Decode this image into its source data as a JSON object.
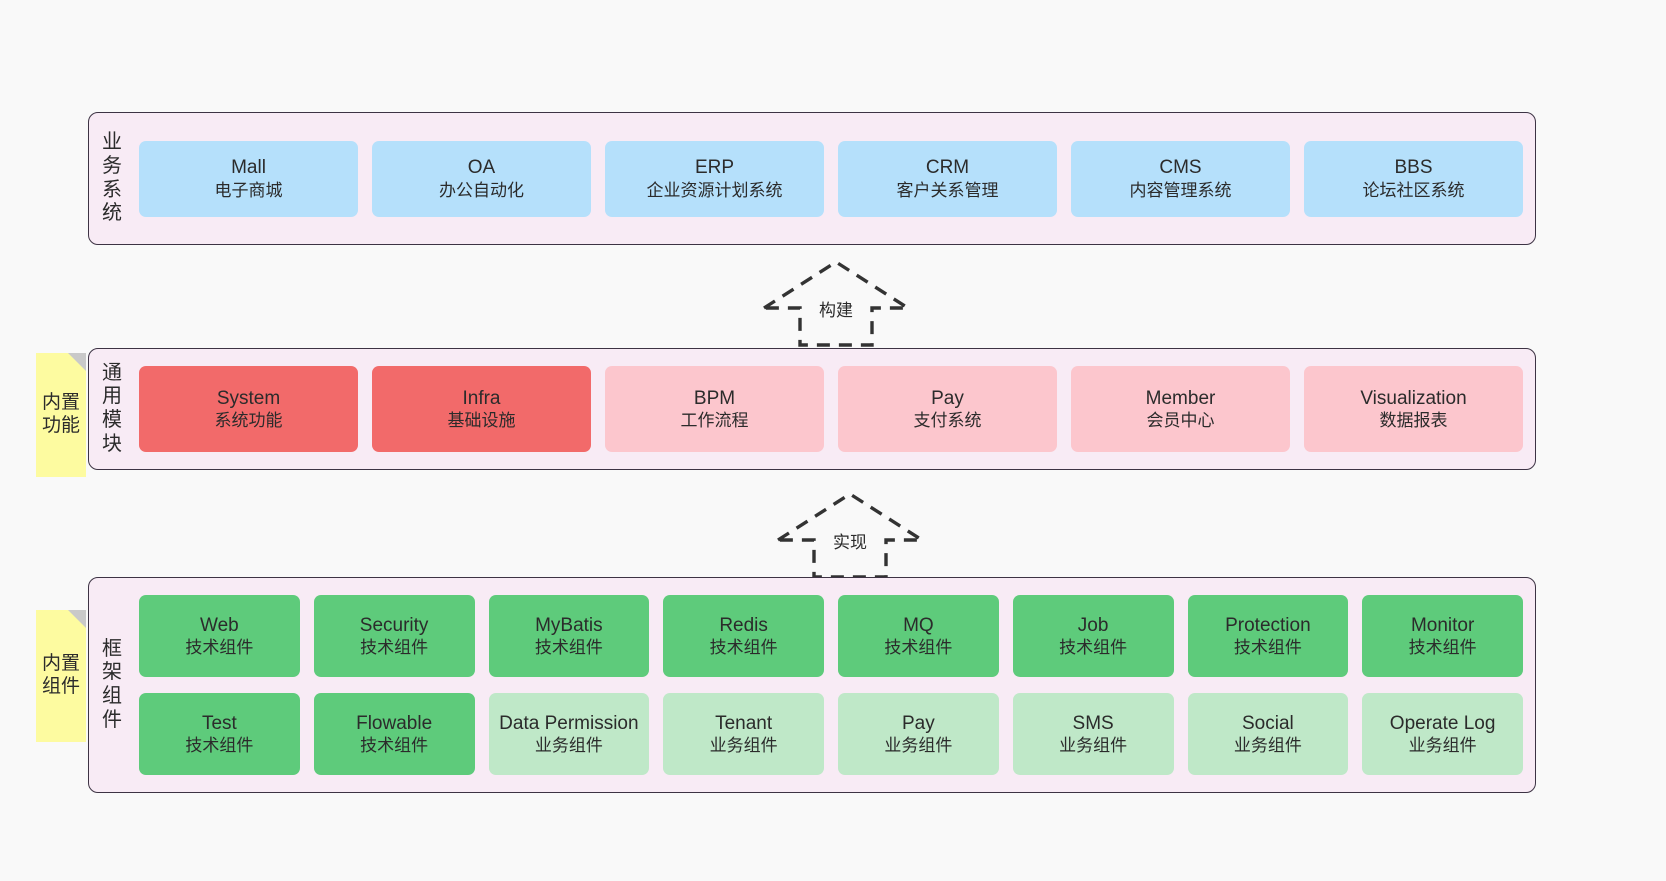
{
  "diagram": {
    "background_color": "#f9f9f9",
    "layer_fill": "#f8ebf5",
    "layer_border": "#3d3344"
  },
  "layers": {
    "business": {
      "title": "业务系统",
      "card_color": "#b5e0fb",
      "cards": [
        {
          "name": "Mall",
          "desc": "电子商城"
        },
        {
          "name": "OA",
          "desc": "办公自动化"
        },
        {
          "name": "ERP",
          "desc": "企业资源计划系统"
        },
        {
          "name": "CRM",
          "desc": "客户关系管理"
        },
        {
          "name": "CMS",
          "desc": "内容管理系统"
        },
        {
          "name": "BBS",
          "desc": "论坛社区系统"
        }
      ]
    },
    "modules": {
      "title": "通用模块",
      "note": "内置功能",
      "strong_color": "#f26a6a",
      "soft_color": "#fcc6cd",
      "cards": [
        {
          "name": "System",
          "desc": "系统功能",
          "variant": "strong"
        },
        {
          "name": "Infra",
          "desc": "基础设施",
          "variant": "strong"
        },
        {
          "name": "BPM",
          "desc": "工作流程",
          "variant": "soft"
        },
        {
          "name": "Pay",
          "desc": "支付系统",
          "variant": "soft"
        },
        {
          "name": "Member",
          "desc": "会员中心",
          "variant": "soft"
        },
        {
          "name": "Visualization",
          "desc": "数据报表",
          "variant": "soft"
        }
      ]
    },
    "framework": {
      "title": "框架组件",
      "note": "内置组件",
      "tech_color": "#5ecb7b",
      "biz_color": "#bfe8c8",
      "row1": [
        {
          "name": "Web",
          "desc": "技术组件",
          "variant": "tech"
        },
        {
          "name": "Security",
          "desc": "技术组件",
          "variant": "tech"
        },
        {
          "name": "MyBatis",
          "desc": "技术组件",
          "variant": "tech"
        },
        {
          "name": "Redis",
          "desc": "技术组件",
          "variant": "tech"
        },
        {
          "name": "MQ",
          "desc": "技术组件",
          "variant": "tech"
        },
        {
          "name": "Job",
          "desc": "技术组件",
          "variant": "tech"
        },
        {
          "name": "Protection",
          "desc": "技术组件",
          "variant": "tech"
        },
        {
          "name": "Monitor",
          "desc": "技术组件",
          "variant": "tech"
        }
      ],
      "row2": [
        {
          "name": "Test",
          "desc": "技术组件",
          "variant": "tech"
        },
        {
          "name": "Flowable",
          "desc": "技术组件",
          "variant": "tech"
        },
        {
          "name": "Data Permission",
          "desc": "业务组件",
          "variant": "biz"
        },
        {
          "name": "Tenant",
          "desc": "业务组件",
          "variant": "biz"
        },
        {
          "name": "Pay",
          "desc": "业务组件",
          "variant": "biz"
        },
        {
          "name": "SMS",
          "desc": "业务组件",
          "variant": "biz"
        },
        {
          "name": "Social",
          "desc": "业务组件",
          "variant": "biz"
        },
        {
          "name": "Operate Log",
          "desc": "业务组件",
          "variant": "biz"
        }
      ]
    }
  },
  "connectors": [
    {
      "label": "构建",
      "direction": "up",
      "style": "dashed-hollow-arrow"
    },
    {
      "label": "实现",
      "direction": "up",
      "style": "dashed-hollow-arrow"
    }
  ]
}
